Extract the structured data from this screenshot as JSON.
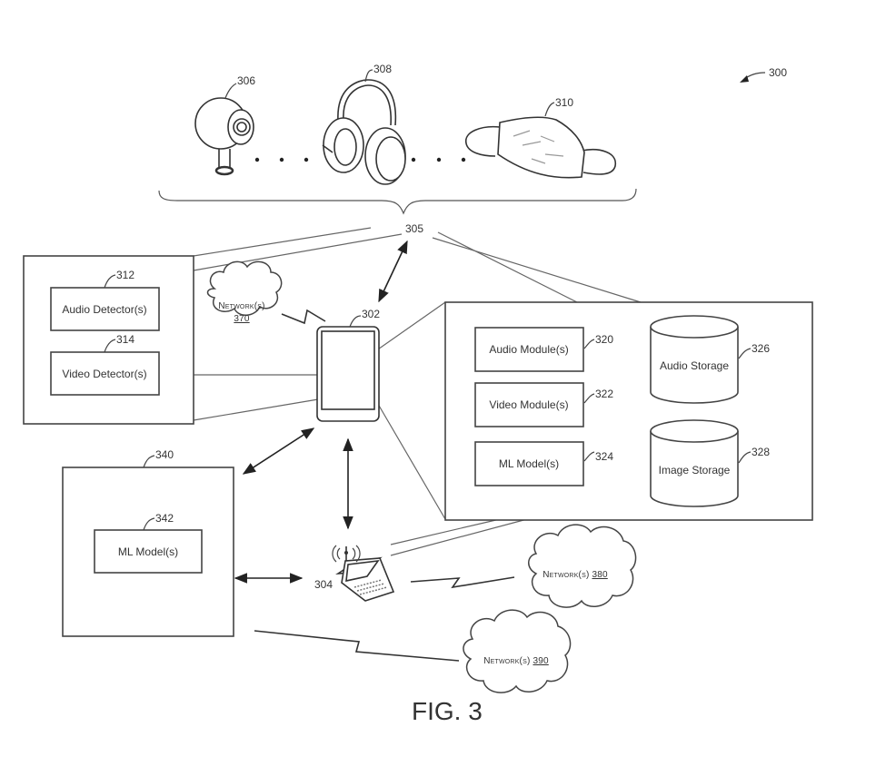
{
  "figure": {
    "label": "FIG. 3",
    "ref_main": "300",
    "ref_group": "305"
  },
  "devices": [
    {
      "id": "camera",
      "ref": "306",
      "icon": "webcam-icon"
    },
    {
      "id": "headphones",
      "ref": "308",
      "icon": "headphones-icon"
    },
    {
      "id": "mask",
      "ref": "310",
      "icon": "face-mask-icon"
    }
  ],
  "detector_box": {
    "items": [
      {
        "label": "Audio Detector(s)",
        "ref": "312"
      },
      {
        "label": "Video Detector(s)",
        "ref": "314"
      }
    ]
  },
  "phone": {
    "ref": "302",
    "icon": "mobile-phone-icon"
  },
  "laptop": {
    "ref": "304",
    "icon": "laptop-icon"
  },
  "module_box": {
    "modules": [
      {
        "label": "Audio Module(s)",
        "ref": "320"
      },
      {
        "label": "Video Module(s)",
        "ref": "322"
      },
      {
        "label": "ML Model(s)",
        "ref": "324"
      }
    ],
    "storage": [
      {
        "label": "Audio Storage",
        "ref": "326"
      },
      {
        "label": "Image Storage",
        "ref": "328"
      }
    ]
  },
  "server_box": {
    "ref": "340",
    "model": {
      "label": "ML Model(s)",
      "ref": "342"
    }
  },
  "networks": [
    {
      "label": "Network(s)",
      "ref": "370"
    },
    {
      "label": "Network(s)",
      "ref": "380"
    },
    {
      "label": "Network(s)",
      "ref": "390"
    }
  ]
}
